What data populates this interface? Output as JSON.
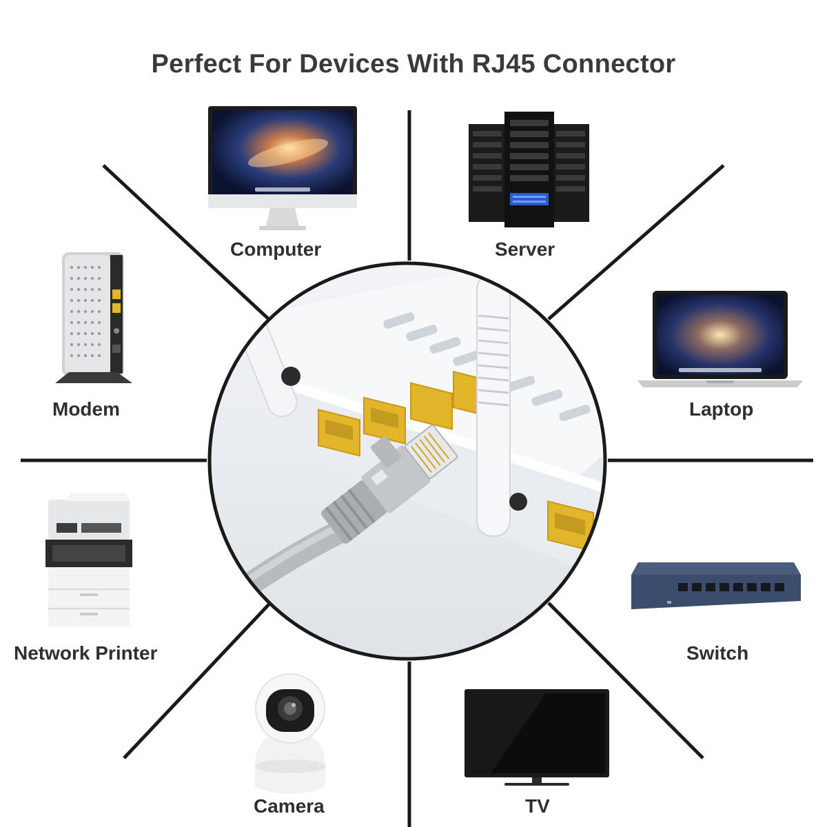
{
  "title": "Perfect For Devices With RJ45 Connector",
  "devices": [
    {
      "label": "Computer",
      "icon": "computer-icon"
    },
    {
      "label": "Server",
      "icon": "server-icon"
    },
    {
      "label": "Modem",
      "icon": "modem-icon"
    },
    {
      "label": "Laptop",
      "icon": "laptop-icon"
    },
    {
      "label": "Network Printer",
      "icon": "printer-icon"
    },
    {
      "label": "Switch",
      "icon": "switch-icon"
    },
    {
      "label": "Camera",
      "icon": "camera-icon"
    },
    {
      "label": "TV",
      "icon": "tv-icon"
    }
  ],
  "center": {
    "icon": "router-with-rj45-cable-illustration"
  },
  "colors": {
    "lines": "#1a1a1a",
    "text": "#2f2f2f",
    "port": "#e2b52a"
  }
}
